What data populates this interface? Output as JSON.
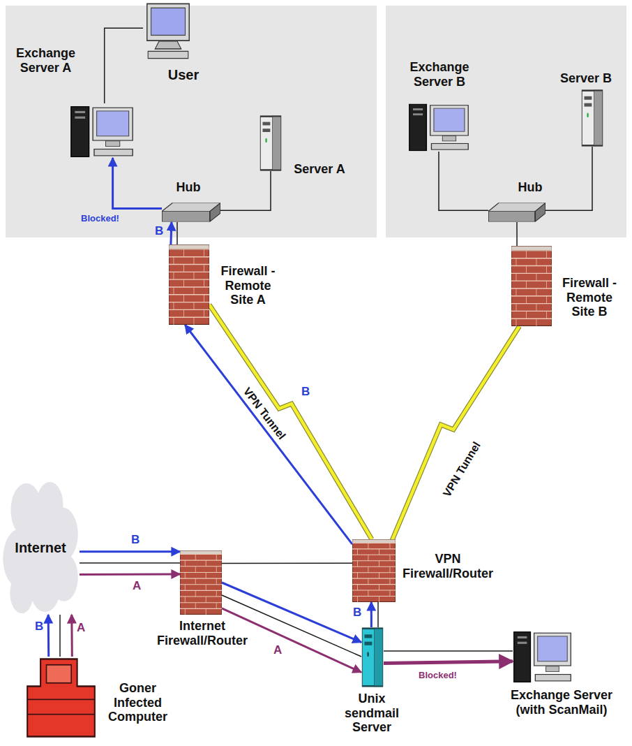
{
  "diagram": {
    "nodes": [
      {
        "text": [
          "User"
        ]
      },
      {
        "text": [
          "Exchange Server A"
        ]
      },
      {
        "text": [
          "Server A"
        ]
      },
      {
        "text": [
          "Hub"
        ]
      },
      {
        "text": [
          "Exchange Server B"
        ]
      },
      {
        "text": [
          "Server B"
        ]
      },
      {
        "text": [
          "Hub"
        ]
      },
      {
        "text": [
          "Firewall - Remote Site A"
        ]
      },
      {
        "text": [
          "Firewall - Remote Site B"
        ]
      },
      {
        "text": [
          "Internet"
        ]
      },
      {
        "text": [
          "VPN Firewall/Router"
        ]
      },
      {
        "text": [
          "Internet Firewall/Router"
        ]
      },
      {
        "text": [
          "Goner Infected Computer"
        ]
      },
      {
        "text": [
          "Unix sendmail Server"
        ]
      },
      {
        "text": [
          "Exchange Server (with ScanMail)"
        ]
      }
    ],
    "edges": [
      {
        "from": 0,
        "to": 1,
        "arrow": "none"
      },
      {
        "from": 3,
        "to": 1,
        "arrow": "to",
        "label": "Blocked!"
      },
      {
        "from": 3,
        "to": 2,
        "arrow": "none"
      },
      {
        "from": 7,
        "to": 3,
        "arrow": "to",
        "label": "B"
      },
      {
        "from": 4,
        "to": 6,
        "arrow": "none"
      },
      {
        "from": 6,
        "to": 5,
        "arrow": "none"
      },
      {
        "from": 6,
        "to": 8,
        "arrow": "none"
      },
      {
        "from": 10,
        "to": 7,
        "arrow": "to",
        "label": "VPN Tunnel"
      },
      {
        "from": 7,
        "to": 10,
        "arrow": "none",
        "label": "B"
      },
      {
        "from": 8,
        "to": 10,
        "arrow": "none",
        "label": "VPN Tunnel"
      },
      {
        "from": 9,
        "to": 11,
        "arrow": "to",
        "label": "B"
      },
      {
        "from": 9,
        "to": 11,
        "arrow": "to",
        "label": "A"
      },
      {
        "from": 11,
        "to": 10,
        "arrow": "none"
      },
      {
        "from": 11,
        "to": 13,
        "arrow": "to"
      },
      {
        "from": 11,
        "to": 13,
        "arrow": "to",
        "label": "A"
      },
      {
        "from": 13,
        "to": 10,
        "arrow": "to",
        "label": "B"
      },
      {
        "from": 13,
        "to": 14,
        "arrow": "to",
        "label": "Blocked!"
      },
      {
        "from": 12,
        "to": 9,
        "arrow": "to",
        "label": "B"
      },
      {
        "from": 12,
        "to": 9,
        "arrow": "to",
        "label": "A"
      }
    ]
  }
}
